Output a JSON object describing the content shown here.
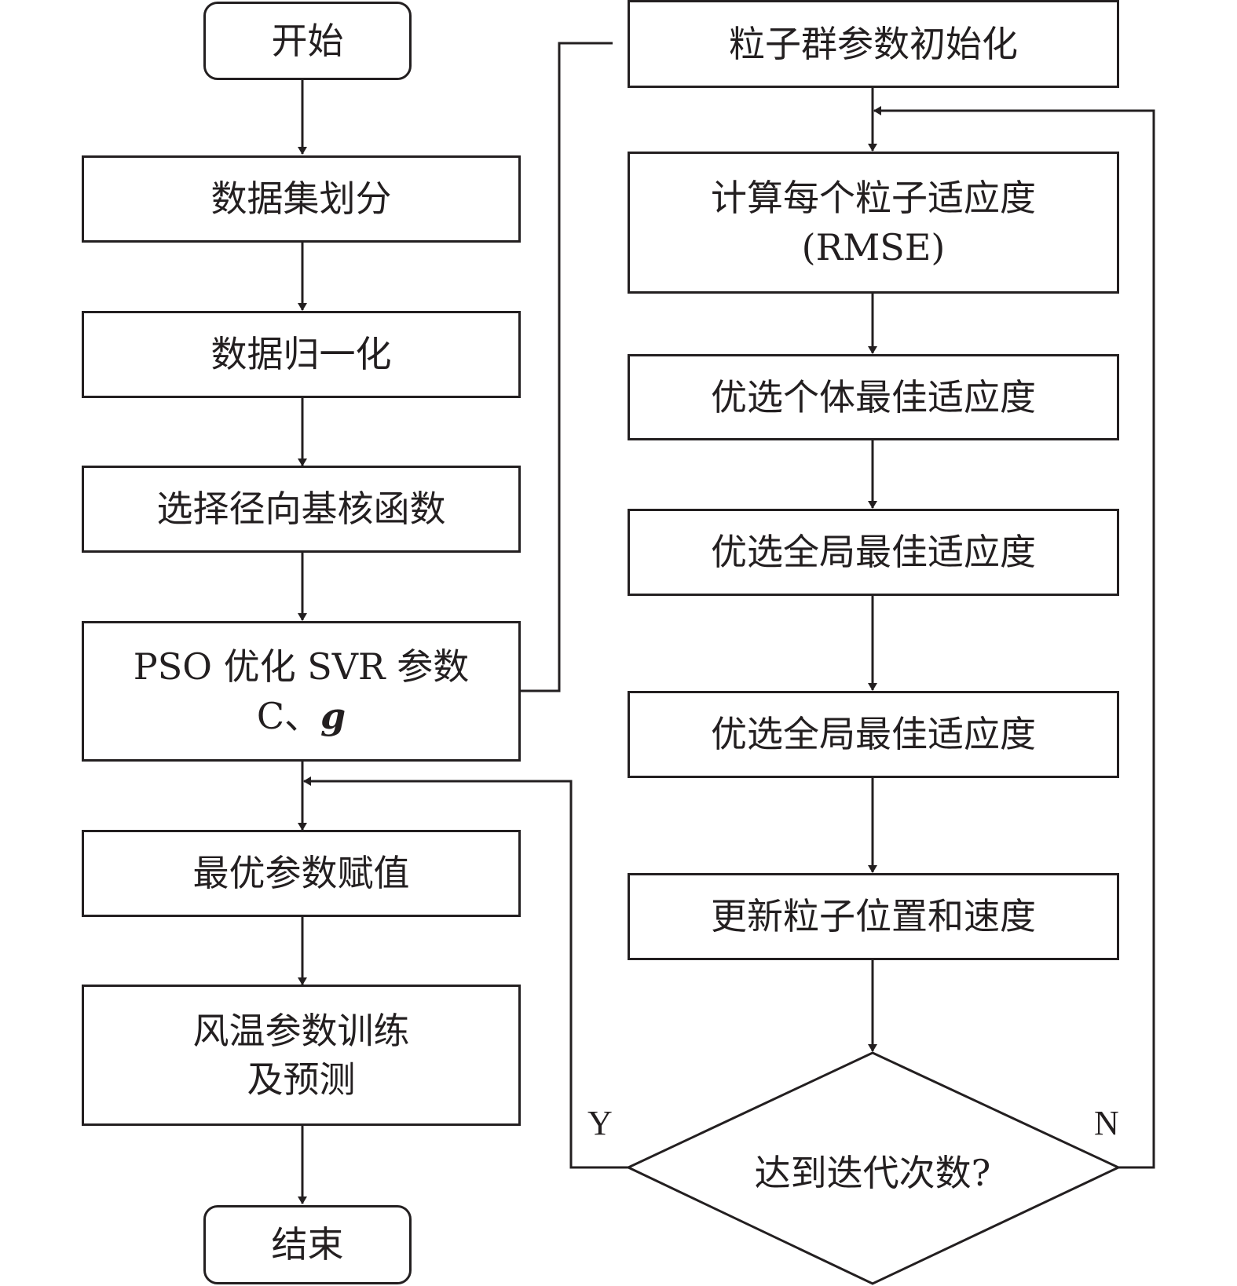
{
  "left_column": {
    "start": "开始",
    "step1": "数据集划分",
    "step2": "数据归一化",
    "step3": "选择径向基核函数",
    "step4_line1": "PSO 优化 SVR 参数",
    "step4_line2_prefix": "C、",
    "step4_line2_var": "g",
    "step5": "最优参数赋值",
    "step6_line1": "风温参数训练",
    "step6_line2": "及预测",
    "end": "结束"
  },
  "right_column": {
    "r1": "粒子群参数初始化",
    "r2_line1": "计算每个粒子适应度",
    "r2_line2": "(RMSE)",
    "r3": "优选个体最佳适应度",
    "r4": "优选全局最佳适应度",
    "r5": "优选全局最佳适应度",
    "r6": "更新粒子位置和速度",
    "decision": "达到迭代次数?",
    "yes_label": "Y",
    "no_label": "N"
  }
}
